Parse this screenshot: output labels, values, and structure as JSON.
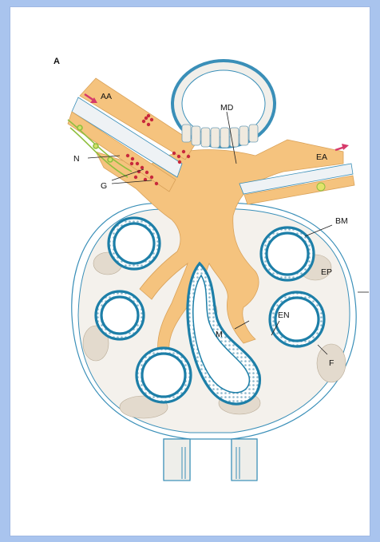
{
  "figure": {
    "panel_letter": "A",
    "labels": {
      "md": "MD",
      "aa": "AA",
      "ea": "EA",
      "n": "N",
      "g": "G",
      "bm": "BM",
      "ep": "EP",
      "en": "EN",
      "m": "M",
      "f": "F"
    }
  },
  "colors": {
    "background": "#a9c4ee",
    "mesangium": "#f5c37e",
    "capillary_wall": "#1d7fa8",
    "podocyte_fill": "#e6ddd0",
    "granular_cells": "#c8283c",
    "nerve": "#8fbf3f"
  }
}
